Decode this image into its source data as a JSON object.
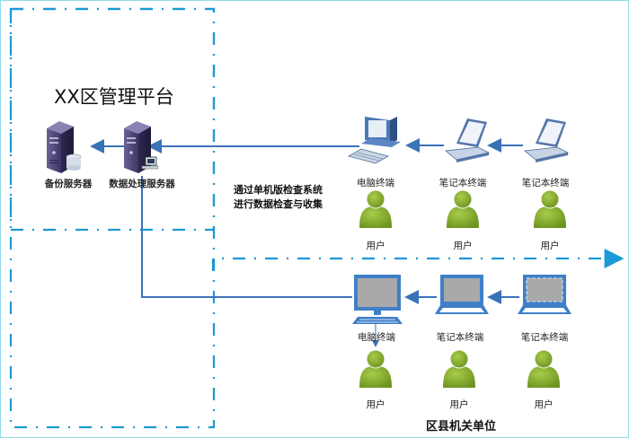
{
  "platform": {
    "title": "XX区管理平台",
    "servers": [
      {
        "label": "备份服务器",
        "icon": "server-database-icon"
      },
      {
        "label": "数据处理服务器",
        "icon": "server-terminal-icon"
      }
    ]
  },
  "note": {
    "line1": "通过单机版检查系统",
    "line2": "进行数据检查与收集"
  },
  "upper_row": {
    "terminals": [
      {
        "label": "电脑终端",
        "icon": "desktop-computer-icon"
      },
      {
        "label": "笔记本终端",
        "icon": "laptop-icon"
      },
      {
        "label": "笔记本终端",
        "icon": "laptop-icon"
      }
    ],
    "users": [
      "用户",
      "用户",
      "用户"
    ]
  },
  "lower_row": {
    "terminals": [
      {
        "label": "电脑终端",
        "icon": "desktop-monitor-icon"
      },
      {
        "label": "笔记本终端",
        "icon": "laptop-icon"
      },
      {
        "label": "笔记本终端",
        "icon": "laptop-icon"
      }
    ],
    "users": [
      "用户",
      "用户",
      "用户"
    ],
    "unit_label": "区县机关单位"
  },
  "colors": {
    "boundary": "#1a9ad6",
    "connector": "#3a72b8",
    "user": "#7fa82c",
    "server": "#4a4070"
  }
}
